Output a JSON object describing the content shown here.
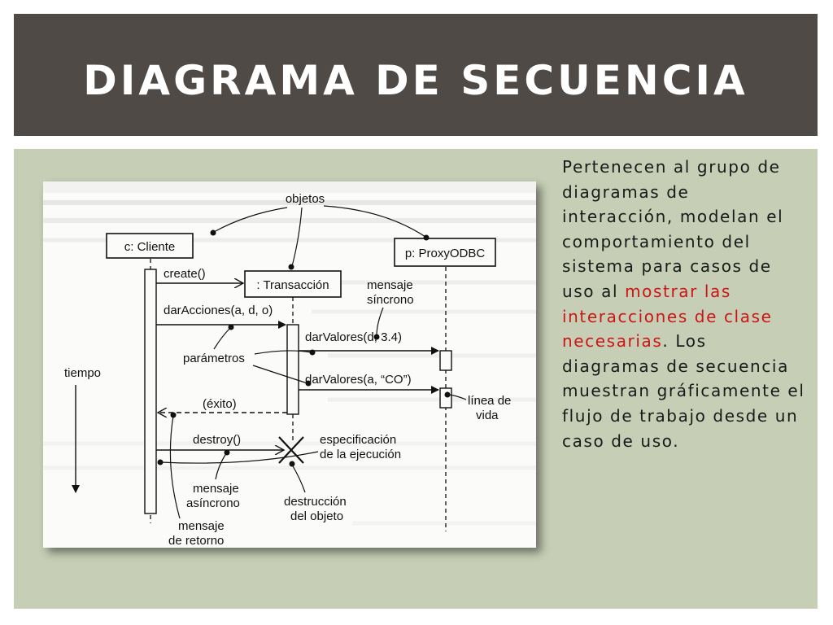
{
  "slide": {
    "title": "DIAGRAMA DE SECUENCIA",
    "paragraph": {
      "part1": "Pertenecen al grupo de diagramas de interacción, modelan el comportamiento del sistema para casos de uso al ",
      "highlight": "mostrar las interacciones de clase necesarias",
      "part2": ". Los diagramas de secuencia muestran gráficamente el flujo de trabajo desde un caso de uso."
    },
    "colors": {
      "title_band": "#4f4a46",
      "content_band": "#c6ceb5",
      "highlight": "#cc1616"
    }
  },
  "diagram": {
    "labels": {
      "objetos": "objetos",
      "cliente": "c: Cliente",
      "proxy": "p: ProxyODBC",
      "transaccion": ": Transacción",
      "create": "create()",
      "mensaje_sincrono_1": "mensaje",
      "mensaje_sincrono_2": "síncrono",
      "dar_acciones": "darAcciones(a, d, o)",
      "dar_valores_1": "darValores(d, 3.4)",
      "parametros": "parámetros",
      "tiempo": "tiempo",
      "dar_valores_2": "darValores(a, “CO”)",
      "exito": "(éxito)",
      "linea_vida_1": "línea de",
      "linea_vida_2": "vida",
      "destroy": "destroy()",
      "especificacion_1": "especificación",
      "especificacion_2": "de la ejecución",
      "asincrono_1": "mensaje",
      "asincrono_2": "asíncrono",
      "destruccion_1": "destrucción",
      "destruccion_2": "del objeto",
      "retorno_1": "mensaje",
      "retorno_2": "de retorno"
    }
  }
}
